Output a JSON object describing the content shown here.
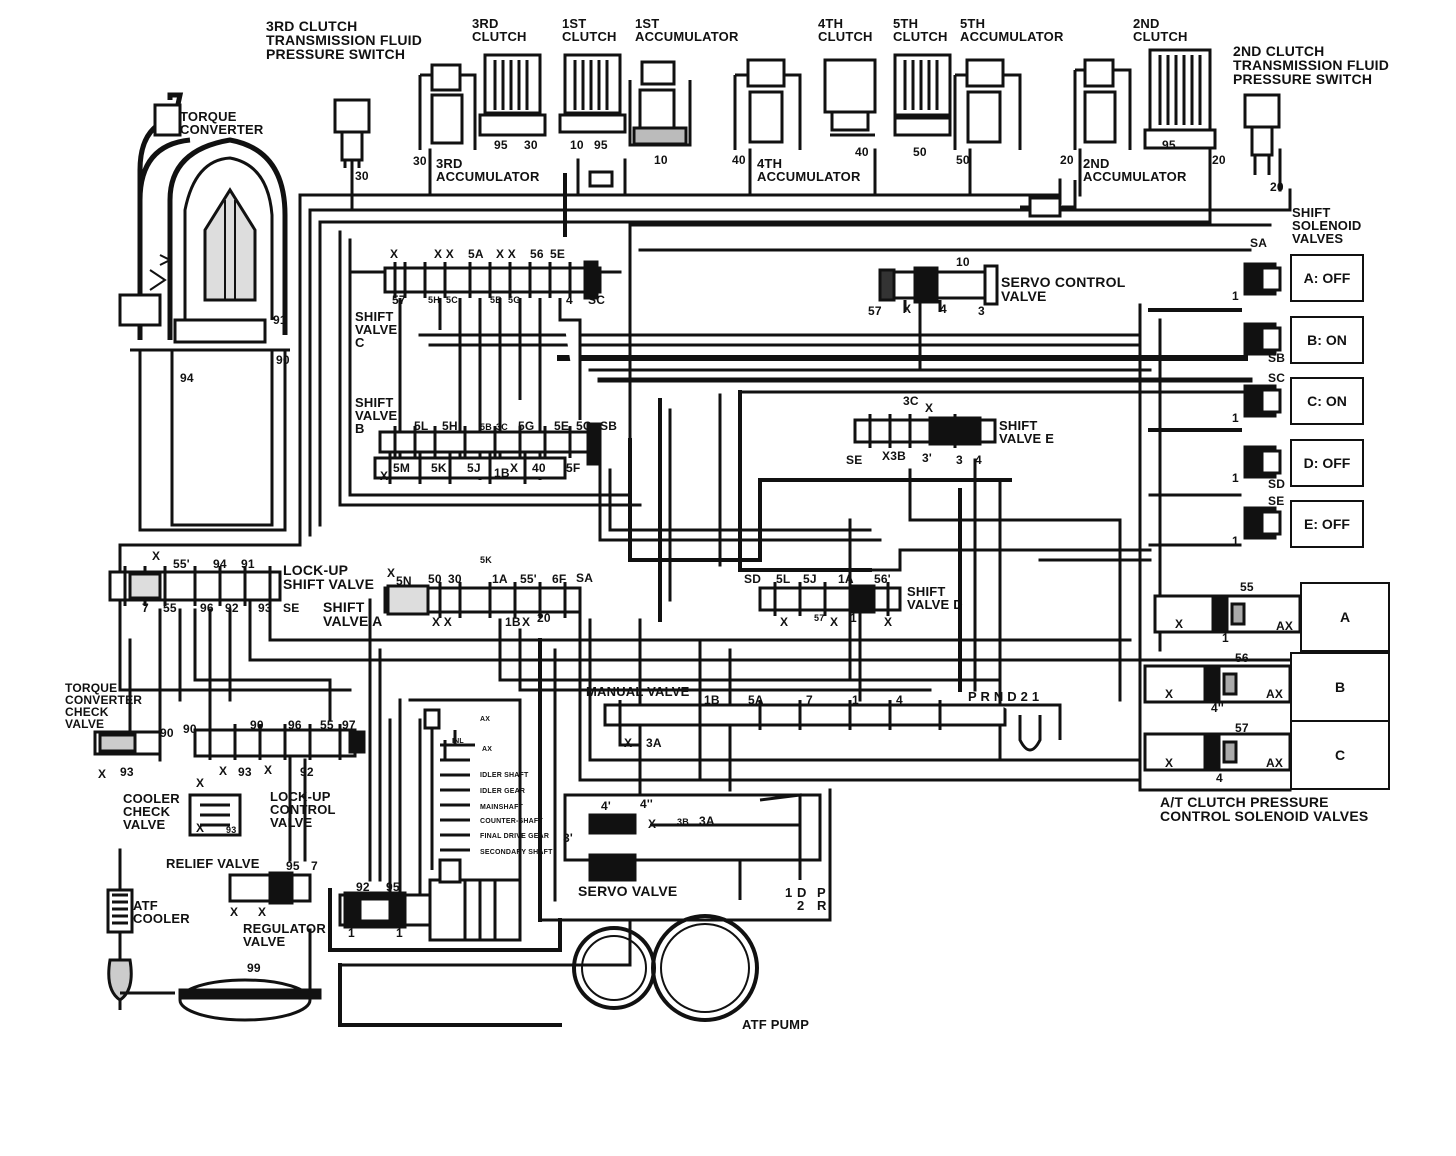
{
  "labels": {
    "c3_pressure_switch": "3RD CLUTCH\nTRANSMISSION FLUID\nPRESSURE SWITCH",
    "c3_clutch": "3RD\nCLUTCH",
    "c1_clutch": "1ST\nCLUTCH",
    "acc1": "1ST\nACCUMULATOR",
    "c4_clutch": "4TH\nCLUTCH",
    "c5_clutch": "5TH\nCLUTCH",
    "acc5": "5TH\nACCUMULATOR",
    "c2_clutch": "2ND\nCLUTCH",
    "c2_pressure_switch": "2ND CLUTCH\nTRANSMISSION FLUID\nPRESSURE SWITCH",
    "torque_converter": "TORQUE\nCONVERTER",
    "acc3": "3RD\nACCUMULATOR",
    "acc4": "4TH\nACCUMULATOR",
    "acc2": "2ND\nACCUMULATOR",
    "shift_solenoid_valves": "SHIFT\nSOLENOID\nVALVES",
    "servo_control_valve": "SERVO CONTROL\nVALVE",
    "shift_valve_c": "SHIFT\nVALVE\nC",
    "shift_valve_b": "SHIFT\nVALVE\nB",
    "shift_valve_e": "SHIFT\nVALVE E",
    "lockup_shift_valve": "LOCK-UP\nSHIFT VALVE",
    "shift_valve_a": "SHIFT\nVALVE A",
    "shift_valve_d": "SHIFT\nVALVE D",
    "tc_check_valve": "TORQUE\nCONVERTER\nCHECK\nVALVE",
    "manual_valve": "MANUAL VALVE",
    "cooler_check_valve": "COOLER\nCHECK\nVALVE",
    "lockup_control_valve": "LOCK-UP\nCONTROL\nVALVE",
    "relief_valve": "RELIEF VALVE",
    "atf_cooler": "ATF\nCOOLER",
    "regulator_valve": "REGULATOR\nVALVE",
    "servo_valve": "SERVO VALVE",
    "atf_pump": "ATF PUMP",
    "at_clutch_solenoids": "A/T CLUTCH PRESSURE\nCONTROL SOLENOID VALVES",
    "manual_positions": "P  R N D 2 1",
    "manual_bottom_1": "1",
    "manual_bottom_2": "D\n2",
    "manual_bottom_p": "P\nR"
  },
  "solenoids": [
    {
      "code": "SA",
      "state": "A: OFF"
    },
    {
      "code": "SB",
      "state": "B: ON"
    },
    {
      "code": "SC",
      "state": "C: ON"
    },
    {
      "code": "SD",
      "state": "D: OFF"
    },
    {
      "code": "SE",
      "state": "E: OFF"
    }
  ],
  "clutch_solenoids": [
    {
      "name": "A",
      "port": "55",
      "drain": "AX"
    },
    {
      "name": "B",
      "port": "56",
      "drain": "AX"
    },
    {
      "name": "C",
      "port": "57",
      "drain": "AX"
    }
  ],
  "shaft_legend": [
    "AX",
    "INL",
    "AX",
    "",
    "IDLER SHAFT",
    "IDLER GEAR",
    "MAINSHAFT",
    "COUNTER-SHAFT",
    "FINAL DRIVE GEAR",
    "SECONDARY SHAFT"
  ],
  "ports": {
    "p30a": "30",
    "p30b": "30",
    "p95a": "95",
    "p30c": "30",
    "p10a": "10",
    "p95b": "95",
    "p10b": "10",
    "p40a": "40",
    "p40b": "40",
    "p50a": "50",
    "p50b": "50",
    "p20a": "20",
    "p95c": "95",
    "p20b": "20",
    "p20c": "20",
    "p91": "91",
    "p90": "90",
    "p94": "94",
    "p10c": "10",
    "sc_x1": "X",
    "sc_x2": "X X",
    "sc_5a": "5A",
    "sc_x3": "X X",
    "sc_56": "56",
    "sc_5e": "5E",
    "sc_57": "57",
    "sc_5h": "5H",
    "sc_5c": "5C",
    "sc_5b": "5B",
    "sc_5g": "5G",
    "sc_4": "4",
    "sc_sc": "SC",
    "sb_5l": "5L",
    "sb_5h": "5H",
    "sb_5b": "5B",
    "sb_3c": "3C",
    "sb_5g": "5G",
    "sb_5e": "5E",
    "sb_5c": "5C",
    "sb_sb": "SB",
    "sb_x": "X",
    "sb_5m": "5M",
    "sb_5k": "5K",
    "sb_5j": "5J",
    "sb_1b": "1B",
    "sb_x2": "X",
    "sb_40": "40",
    "sb_5f": "5F",
    "svc_57": "57",
    "svc_x": "X",
    "svc_4": "4",
    "svc_3": "3",
    "sve_3c": "3C",
    "sve_x": "X",
    "sve_se": "SE",
    "sve_x3b": "X3B",
    "sve_3p": "3'",
    "sve_3": "3",
    "sve_4": "4",
    "lu_x": "X",
    "lu_55p": "55'",
    "lu_94": "94",
    "lu_91": "91",
    "lu_7": "7",
    "lu_55": "55",
    "lu_96": "96",
    "lu_92": "92",
    "lu_93": "93",
    "lu_se": "SE",
    "sva_x": "X",
    "sva_5n": "5N",
    "sva_50": "50",
    "sva_30": "30",
    "sva_5k": "5K",
    "sva_1a": "1A",
    "sva_55p": "55'",
    "sva_6f": "6F",
    "sva_sa": "SA",
    "sva_xx": "X X",
    "sva_1b": "1B",
    "sva_x2": "X",
    "sva_20": "20",
    "svd_sd": "SD",
    "svd_5l": "5L",
    "svd_5j": "5J",
    "svd_1a": "1A",
    "svd_56p": "56'",
    "svd_x": "X",
    "svd_57": "57",
    "svd_x2": "X",
    "svd_1": "1",
    "svd_x3": "X",
    "mv_1b": "1B",
    "mv_5a": "5A",
    "mv_7": "7",
    "mv_1": "1",
    "mv_4": "4",
    "mv_x": "X",
    "mv_3a": "3A",
    "tcc_90": "90",
    "tcc_x": "X",
    "tcc_93": "93",
    "luc_90a": "90",
    "luc_90b": "90",
    "luc_96": "96",
    "luc_55": "55",
    "luc_97": "97",
    "luc_x": "X",
    "luc_x2": "X",
    "luc_93": "93",
    "luc_x3": "X",
    "luc_92": "92",
    "ccv_x": "X",
    "ccv_93": "93",
    "rv_95": "95",
    "rv_7": "7",
    "rv_x": "X",
    "rv_x2": "X",
    "reg_92": "92",
    "reg_95": "95",
    "reg_1a": "1",
    "reg_1b": "1",
    "p99": "99",
    "srv_4p": "4'",
    "srv_4pp": "4''",
    "srv_x": "X",
    "srv_3b": "3B",
    "srv_3a": "3A",
    "srv_3p": "3'",
    "sol_1a": "1",
    "sol_1b": "1",
    "sol_1c": "1",
    "sol_1d": "1",
    "cs_x1": "X",
    "cs_1": "1",
    "cs_4pp": "4''",
    "cs_x2": "X",
    "cs_4": "4",
    "cs_x3": "X"
  }
}
